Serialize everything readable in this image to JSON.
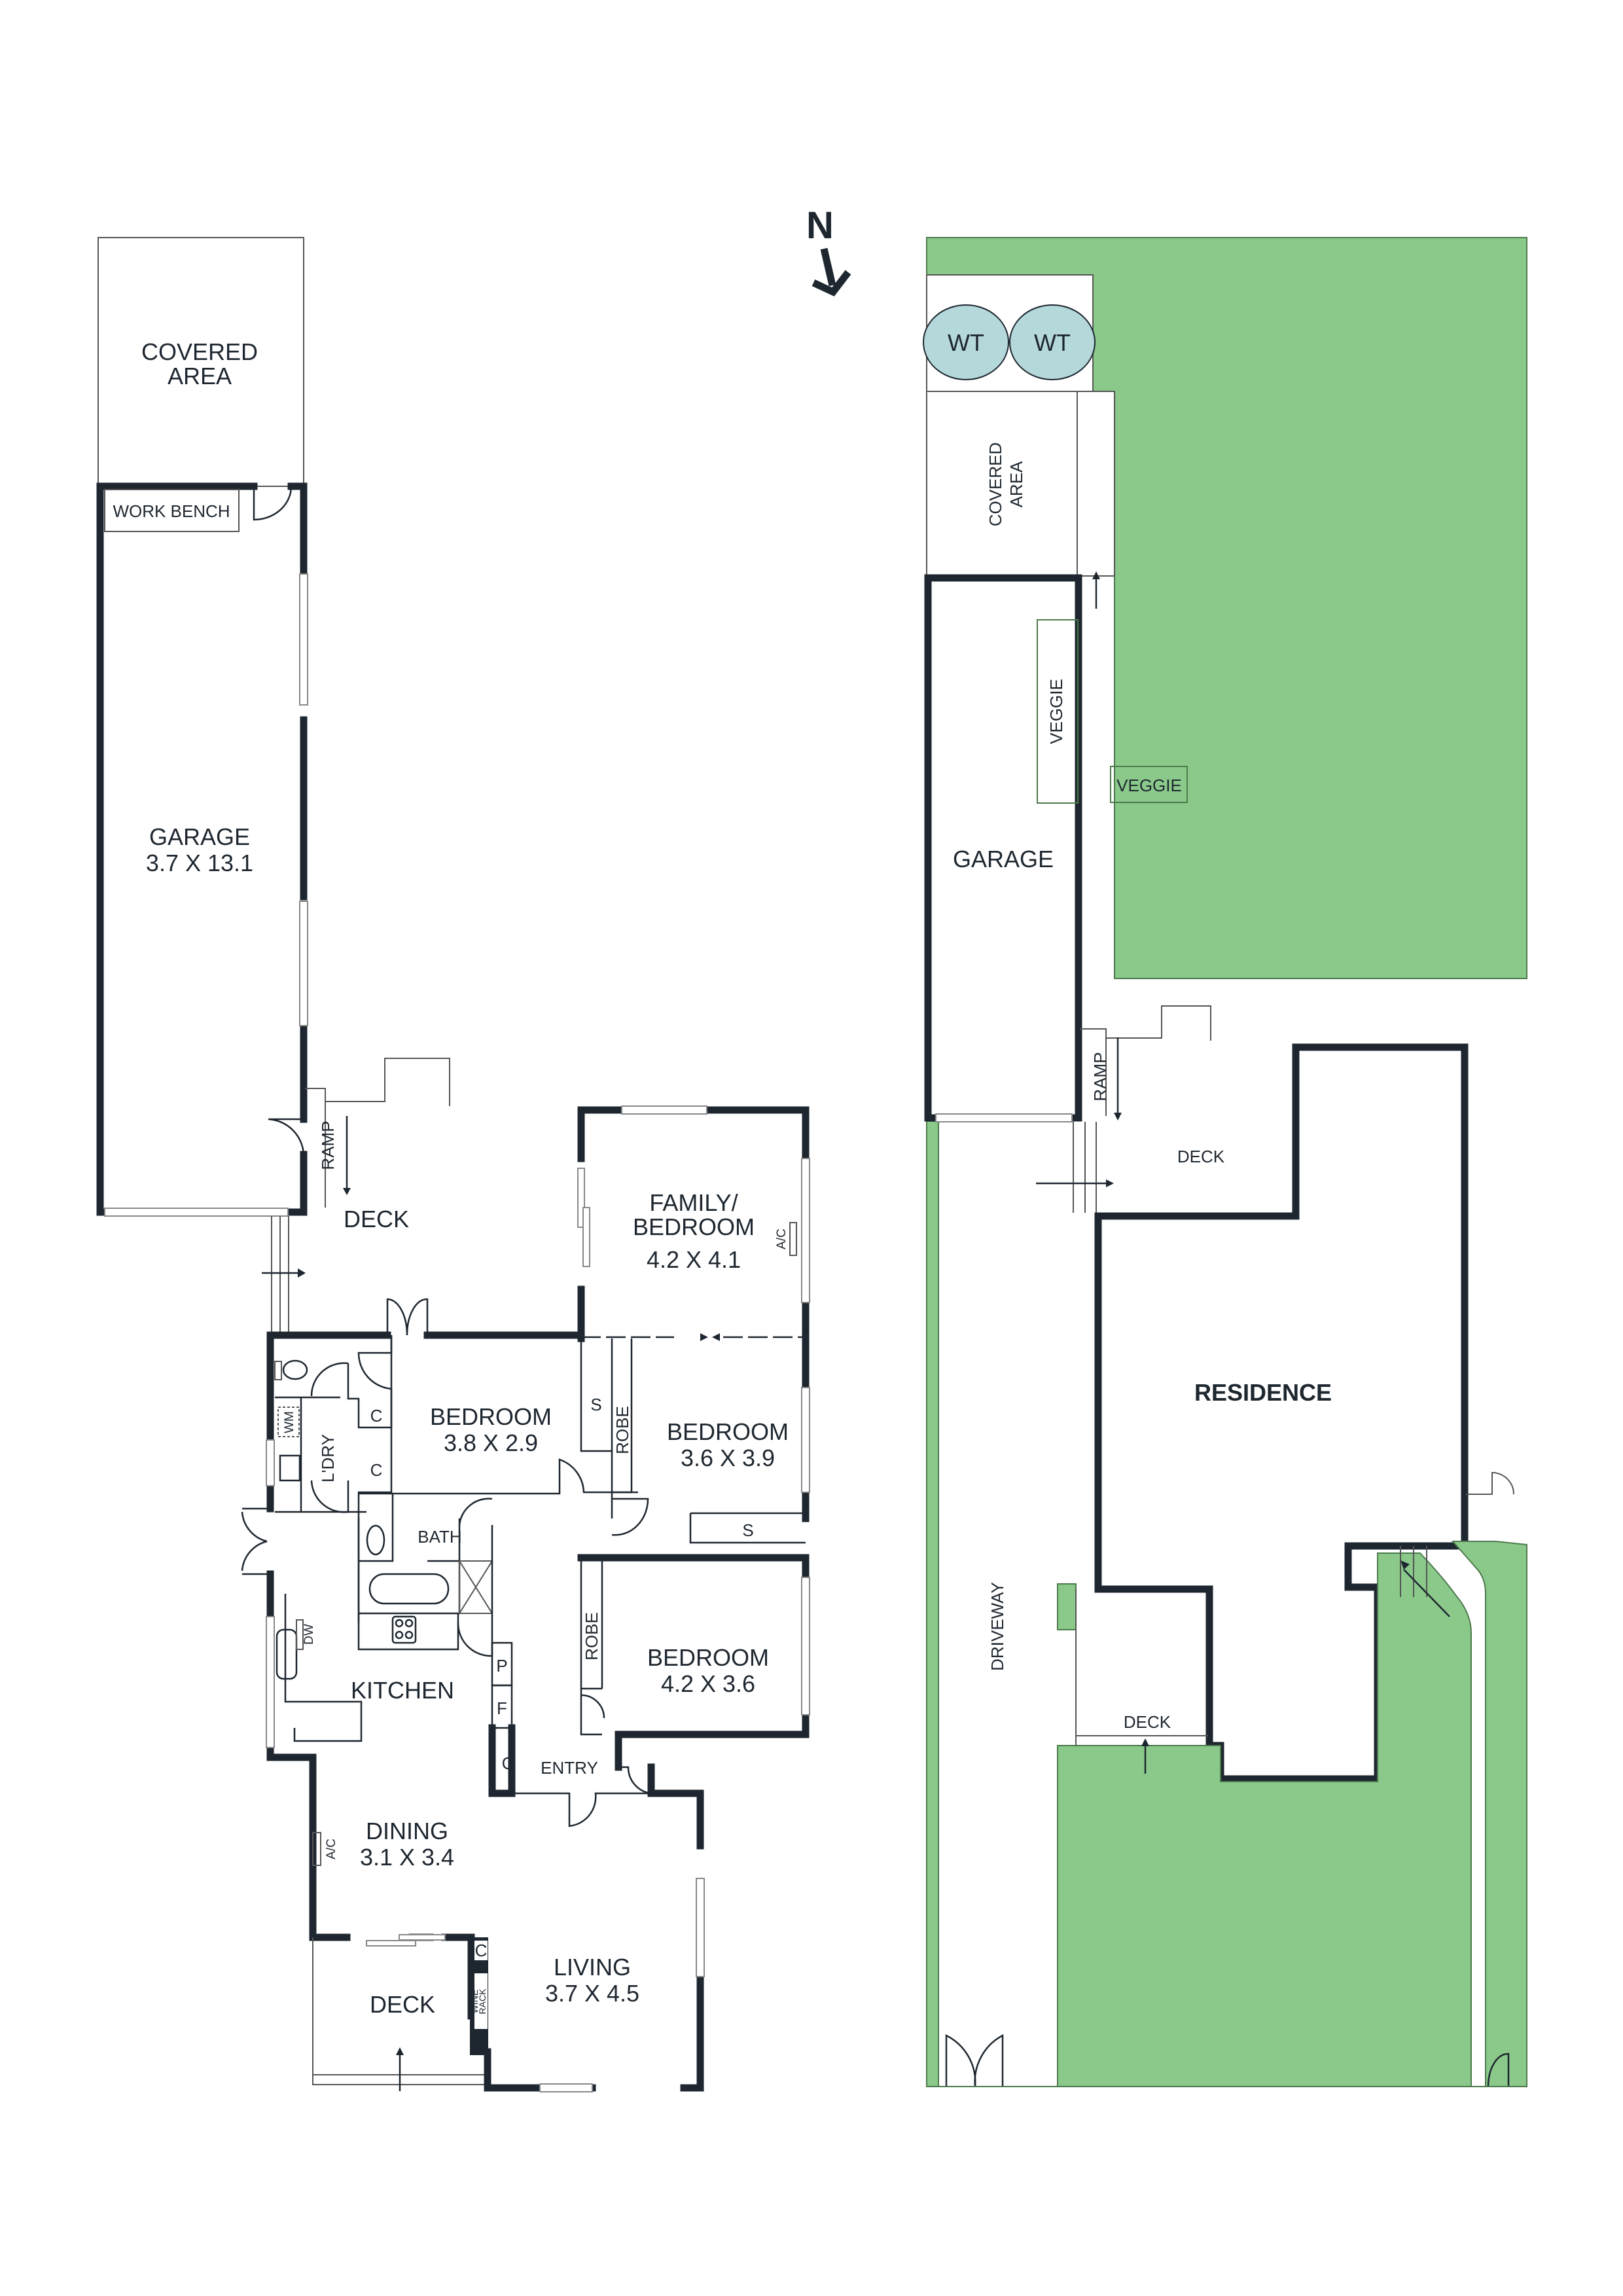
{
  "colors": {
    "wall": "#1e2730",
    "text": "#1e2730",
    "grass": "#8ac98a",
    "water_tank": "#b5d8db",
    "background": "#ffffff"
  },
  "compass": {
    "label": "N",
    "icon": "north-arrow-icon"
  },
  "floor_plan": {
    "covered_area": {
      "line1": "COVERED",
      "line2": "AREA"
    },
    "work_bench": "WORK BENCH",
    "garage": {
      "name": "GARAGE",
      "dims": "3.7 X 13.1"
    },
    "ramp": "RAMP",
    "deck_top": "DECK",
    "family_bedroom": {
      "line1": "FAMILY/",
      "line2": "BEDROOM",
      "dims": "4.2 X 4.1"
    },
    "ac_family": "A/C",
    "bedroom1": {
      "name": "BEDROOM",
      "dims": "3.8 X 2.9"
    },
    "bedroom2": {
      "name": "BEDROOM",
      "dims": "3.6 X 3.9"
    },
    "bedroom3": {
      "name": "BEDROOM",
      "dims": "4.2 X 3.6"
    },
    "robe1": "ROBE",
    "robe2": "ROBE",
    "s1": "S",
    "s2": "S",
    "c1": "C",
    "c2": "C",
    "c3": "C",
    "c4": "C",
    "laundry": "L'DRY",
    "wm": "WM",
    "bath": "BATH",
    "kitchen": "KITCHEN",
    "dw": "DW",
    "pantry": "P",
    "fridge": "F",
    "entry": "ENTRY",
    "dining": {
      "name": "DINING",
      "dims": "3.1 X 3.4"
    },
    "ac_dining": "A/C",
    "living": {
      "name": "LIVING",
      "dims": "3.7 X 4.5"
    },
    "deck_bottom": "DECK",
    "wine_rack": {
      "line1": "WINE",
      "line2": "RACK"
    }
  },
  "site_plan": {
    "water_tank_1": "WT",
    "water_tank_2": "WT",
    "covered_area": {
      "line1": "COVERED",
      "line2": "AREA"
    },
    "garage": "GARAGE",
    "veggie_1": "VEGGIE",
    "veggie_2": "VEGGIE",
    "ramp": "RAMP",
    "deck_top": "DECK",
    "residence": "RESIDENCE",
    "driveway": "DRIVEWAY",
    "deck_bottom": "DECK"
  }
}
